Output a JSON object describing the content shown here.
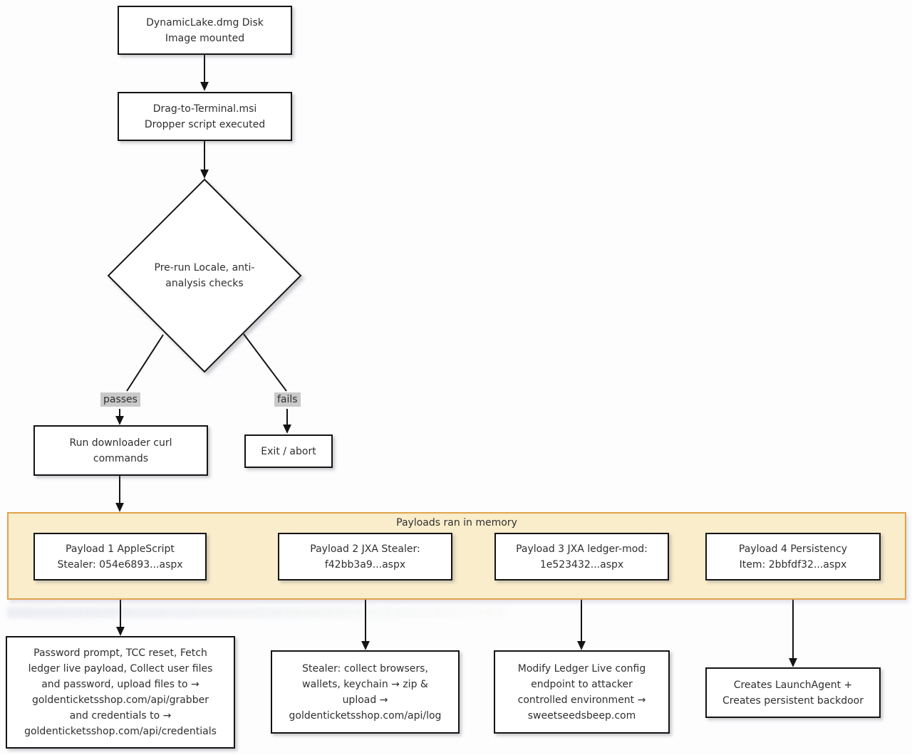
{
  "flow": {
    "disk_image": {
      "lines": [
        "DynamicLake.dmg Disk",
        "Image mounted"
      ]
    },
    "dropper": {
      "lines": [
        "Drag-to-Terminal.msi",
        "Dropper script executed"
      ]
    },
    "decision": {
      "lines": [
        "Pre-run Locale, anti-",
        "analysis checks"
      ]
    },
    "pass_label": "passes",
    "fail_label": "fails",
    "downloader": {
      "lines": [
        "Run downloader curl",
        "commands"
      ]
    },
    "exit": {
      "lines": [
        "Exit / abort"
      ]
    }
  },
  "memory_group": {
    "title": "Payloads ran in memory",
    "payloads": [
      {
        "lines": [
          "Payload 1 AppleScript",
          "Stealer: 054e6893...aspx"
        ]
      },
      {
        "lines": [
          "Payload 2 JXA Stealer:",
          "f42bb3a9...aspx"
        ]
      },
      {
        "lines": [
          "Payload 3 JXA ledger-mod:",
          "1e523432...aspx"
        ]
      },
      {
        "lines": [
          "Payload 4 Persistency",
          "Item: 2bbfdf32...aspx"
        ]
      }
    ]
  },
  "actions": [
    {
      "lines": [
        "Password prompt, TCC reset, Fetch",
        "ledger live payload, Collect user files",
        "and password, upload files to →",
        "goldenticketsshop.com/api/grabber",
        "and credentials to →",
        "goldenticketsshop.com/api/credentials"
      ]
    },
    {
      "lines": [
        "Stealer: collect browsers,",
        "wallets, keychain → zip &",
        "upload →",
        "goldenticketsshop.com/api/log"
      ]
    },
    {
      "lines": [
        "Modify Ledger Live config",
        "endpoint to attacker",
        "controlled environment →",
        "sweetseedsbeep.com"
      ]
    },
    {
      "lines": [
        "Creates LaunchAgent +",
        "Creates persistent backdoor"
      ]
    }
  ],
  "colors": {
    "node_border": "#141414",
    "text": "#2f2f2f",
    "group_fill": "#faedcb",
    "group_border": "#e2a24c",
    "edge_label_bg": "#c9c9c9",
    "arrow": "#141414",
    "background": "#fdfdfe"
  }
}
